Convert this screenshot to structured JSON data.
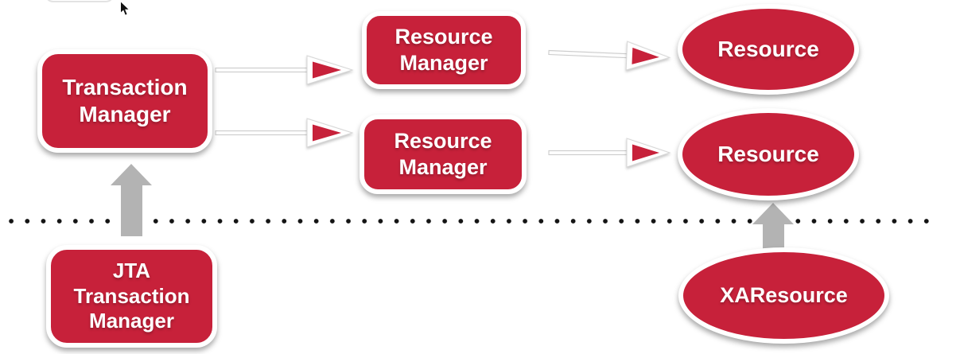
{
  "diagram": {
    "type": "architecture-diagram",
    "nodes": {
      "transaction_manager": {
        "shape": "rounded-rect",
        "lines": [
          "Transaction",
          "Manager"
        ]
      },
      "resource_manager_1": {
        "shape": "rounded-rect",
        "lines": [
          "Resource",
          "Manager"
        ]
      },
      "resource_manager_2": {
        "shape": "rounded-rect",
        "lines": [
          "Resource",
          "Manager"
        ]
      },
      "resource_1": {
        "shape": "ellipse",
        "lines": [
          "Resource"
        ]
      },
      "resource_2": {
        "shape": "ellipse",
        "lines": [
          "Resource"
        ]
      },
      "jta_transaction_manager": {
        "shape": "rounded-rect",
        "lines": [
          "JTA",
          "Transaction",
          "Manager"
        ]
      },
      "xa_resource": {
        "shape": "ellipse",
        "lines": [
          "XAResource"
        ]
      }
    },
    "edges": [
      {
        "from": "transaction_manager",
        "to": "resource_manager_1",
        "style": "red-outlined-arrow"
      },
      {
        "from": "transaction_manager",
        "to": "resource_manager_2",
        "style": "red-outlined-arrow"
      },
      {
        "from": "resource_manager_1",
        "to": "resource_1",
        "style": "red-outlined-arrow"
      },
      {
        "from": "resource_manager_2",
        "to": "resource_2",
        "style": "red-outlined-arrow"
      },
      {
        "from": "jta_transaction_manager",
        "to": "transaction_manager",
        "style": "gray-block-arrow-up"
      },
      {
        "from": "xa_resource",
        "to": "resource_2",
        "style": "gray-block-arrow-up"
      }
    ],
    "separator": {
      "style": "horizontal-dotted-line"
    },
    "colors": {
      "node_fill": "#C7213A",
      "node_border": "#FFFFFF",
      "node_text": "#FFFFFF",
      "gray_arrow": "#B3B3B3",
      "dot_color": "#141414",
      "background": "#FFFFFF"
    },
    "icons": {
      "cursor": "mouse-pointer-icon"
    }
  }
}
